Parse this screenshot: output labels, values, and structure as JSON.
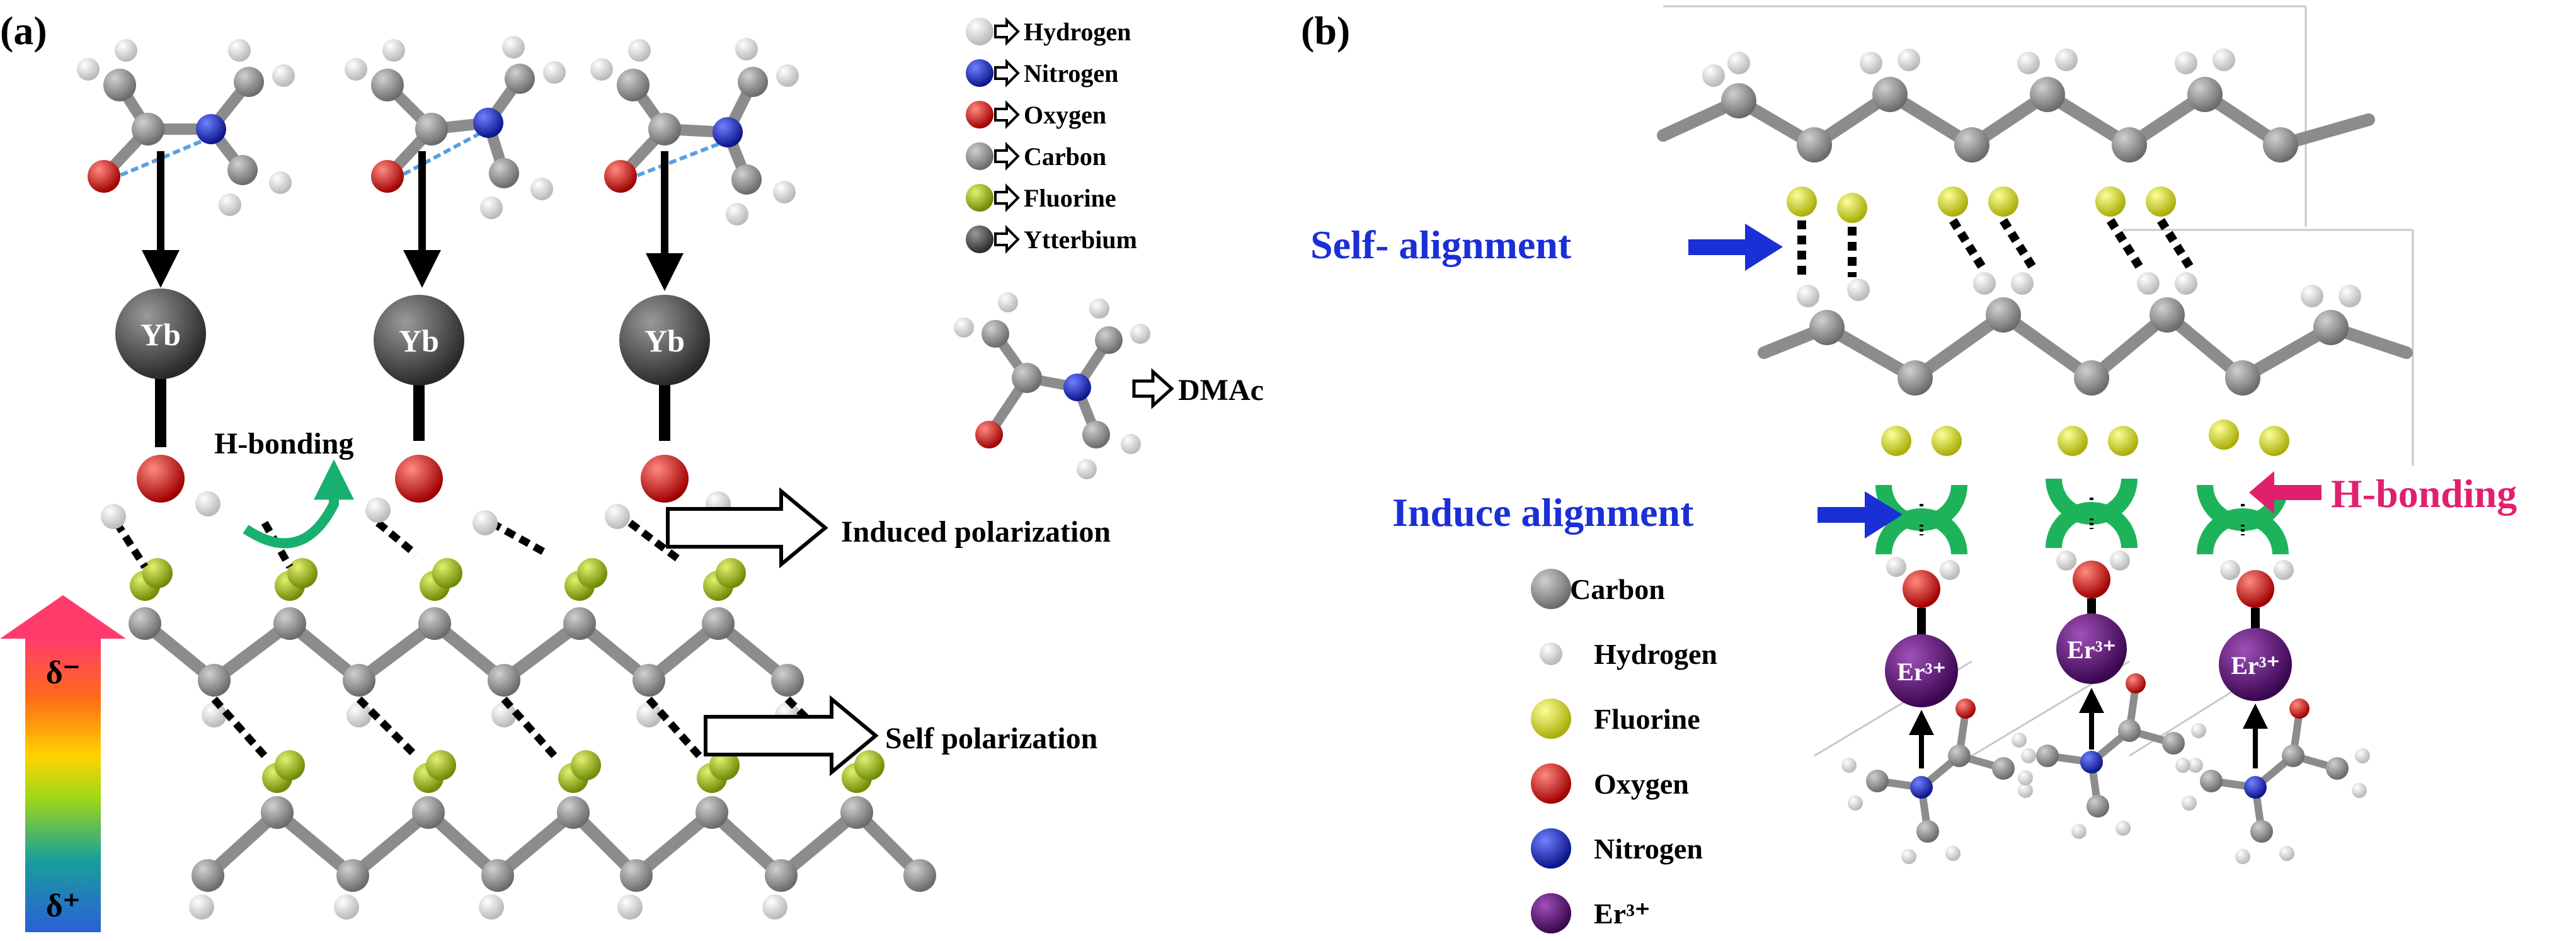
{
  "panel_a": {
    "label": "(a)",
    "legend": [
      {
        "name": "Hydrogen",
        "color": "#eeeeee"
      },
      {
        "name": "Nitrogen",
        "color": "#1a2fd6"
      },
      {
        "name": "Oxygen",
        "color": "#e01010"
      },
      {
        "name": "Carbon",
        "color": "#8c8c8c"
      },
      {
        "name": "Fluorine",
        "color": "#a8c51a"
      },
      {
        "name": "Ytterbium",
        "color": "#5a5a5a"
      }
    ],
    "ion_label": "Yb",
    "dmac_label": "DMAc",
    "hbond_label": "H-bonding",
    "induced_label": "Induced polarization",
    "self_label": "Self polarization",
    "delta_minus": "δ⁻",
    "delta_plus": "δ⁺"
  },
  "panel_b": {
    "label": "(b)",
    "self_alignment": "Self- alignment",
    "induce_alignment": "Induce alignment",
    "hbond_label": "H-bonding",
    "ion_label": "Er³⁺",
    "legend": [
      {
        "name": "Carbon",
        "color": "#8c8c8c"
      },
      {
        "name": "Hydrogen",
        "color": "#eeeeee"
      },
      {
        "name": "Fluorine",
        "color": "#e3e81a"
      },
      {
        "name": "Oxygen",
        "color": "#e01010"
      },
      {
        "name": "Nitrogen",
        "color": "#1a2fd6"
      },
      {
        "name": "Er³⁺",
        "color": "#5a1470"
      }
    ]
  },
  "colors": {
    "label_blue": "#1a2fd6",
    "hbond_pink": "#e0206e",
    "cup_green": "#1db35a",
    "arrow_green": "#18b070"
  }
}
